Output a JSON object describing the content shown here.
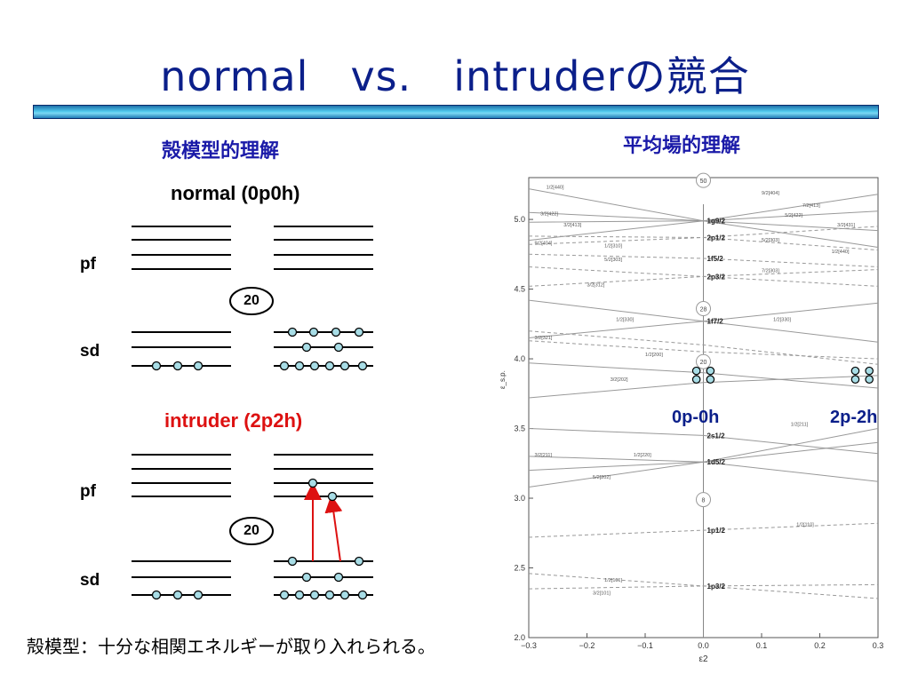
{
  "title": "normal　vs.　intruderの競合",
  "left": {
    "heading": "殻模型的理解",
    "normal_label": "normal (0p0h)",
    "intruder_label": "intruder (2p2h)",
    "pf_label": "pf",
    "sd_label": "sd",
    "magic_number": "20"
  },
  "right": {
    "heading": "平均場的理解",
    "label_0p0h": "0p-0h",
    "label_2p2h": "2p-2h"
  },
  "chart_data": {
    "type": "line",
    "title": "",
    "xlabel": "ε2",
    "ylabel": "ε_s.p.",
    "xlim": [
      -0.3,
      0.3
    ],
    "ylim": [
      2.0,
      5.0
    ],
    "x_ticks": [
      "-0.3",
      "-0.2",
      "-0.1",
      "0.0",
      "0.1",
      "0.2",
      "0.3"
    ],
    "y_ticks": [
      "2.0",
      "2.5",
      "3.0",
      "3.5",
      "4.0",
      "4.5",
      "5.0"
    ],
    "magic_numbers": [
      {
        "value": "8",
        "y": 2.99
      },
      {
        "value": "20",
        "y": 3.98
      },
      {
        "value": "28",
        "y": 4.36
      },
      {
        "value": "50",
        "y": 5.28
      }
    ],
    "spherical_levels": [
      {
        "label": "1p3/2",
        "y": 2.37
      },
      {
        "label": "1p1/2",
        "y": 2.77
      },
      {
        "label": "1d5/2",
        "y": 3.26
      },
      {
        "label": "2s1/2",
        "y": 3.45
      },
      {
        "label": "1f7/2",
        "y": 4.27
      },
      {
        "label": "2p3/2",
        "y": 4.59
      },
      {
        "label": "1f5/2",
        "y": 4.72
      },
      {
        "label": "2p1/2",
        "y": 4.87
      },
      {
        "label": "1g9/2",
        "y": 4.99
      }
    ],
    "series": [
      {
        "values": [
          [
            -0.3,
            3.72
          ],
          [
            0.0,
            3.83
          ],
          [
            0.3,
            3.88
          ]
        ]
      },
      {
        "values": [
          [
            -0.3,
            3.97
          ],
          [
            0.0,
            3.9
          ],
          [
            0.3,
            3.79
          ]
        ]
      },
      {
        "values": [
          [
            -0.3,
            3.3
          ],
          [
            0.0,
            3.26
          ],
          [
            0.3,
            3.12
          ]
        ]
      },
      {
        "values": [
          [
            -0.3,
            3.2
          ],
          [
            0.0,
            3.26
          ],
          [
            0.3,
            3.4
          ]
        ]
      },
      {
        "values": [
          [
            -0.3,
            3.08
          ],
          [
            0.0,
            3.26
          ],
          [
            0.3,
            3.5
          ]
        ]
      },
      {
        "values": [
          [
            -0.3,
            3.5
          ],
          [
            0.0,
            3.45
          ],
          [
            0.3,
            3.32
          ]
        ]
      },
      {
        "values": [
          [
            -0.3,
            4.15
          ],
          [
            0.0,
            4.27
          ],
          [
            0.3,
            4.4
          ]
        ]
      },
      {
        "values": [
          [
            -0.3,
            4.42
          ],
          [
            0.0,
            4.27
          ],
          [
            0.3,
            4.12
          ]
        ]
      },
      {
        "values": [
          [
            -0.3,
            4.85
          ],
          [
            0.0,
            4.99
          ],
          [
            0.3,
            5.18
          ]
        ]
      },
      {
        "values": [
          [
            -0.3,
            5.22
          ],
          [
            0.0,
            4.99
          ],
          [
            0.3,
            4.8
          ]
        ]
      },
      {
        "values": [
          [
            -0.3,
            5.05
          ],
          [
            0.0,
            4.99
          ],
          [
            0.3,
            4.92
          ]
        ]
      },
      {
        "values": [
          [
            -0.3,
            4.98
          ],
          [
            0.0,
            4.99
          ],
          [
            0.3,
            5.06
          ]
        ]
      }
    ],
    "dashed_series": [
      {
        "values": [
          [
            -0.3,
            2.35
          ],
          [
            0.0,
            2.37
          ],
          [
            0.3,
            2.38
          ]
        ]
      },
      {
        "values": [
          [
            -0.3,
            2.46
          ],
          [
            0.0,
            2.37
          ],
          [
            0.3,
            2.28
          ]
        ]
      },
      {
        "values": [
          [
            -0.3,
            2.72
          ],
          [
            0.0,
            2.77
          ],
          [
            0.3,
            2.82
          ]
        ]
      },
      {
        "values": [
          [
            -0.3,
            4.52
          ],
          [
            0.0,
            4.59
          ],
          [
            0.3,
            4.64
          ]
        ]
      },
      {
        "values": [
          [
            -0.3,
            4.66
          ],
          [
            0.0,
            4.59
          ],
          [
            0.3,
            4.52
          ]
        ]
      },
      {
        "values": [
          [
            -0.3,
            4.75
          ],
          [
            0.0,
            4.72
          ],
          [
            0.3,
            4.66
          ]
        ]
      },
      {
        "values": [
          [
            -0.3,
            4.82
          ],
          [
            0.0,
            4.87
          ],
          [
            0.3,
            4.95
          ]
        ]
      },
      {
        "values": [
          [
            -0.3,
            4.88
          ],
          [
            0.0,
            4.87
          ],
          [
            0.3,
            4.78
          ]
        ]
      },
      {
        "values": [
          [
            -0.3,
            4.13
          ],
          [
            0.0,
            4.05
          ],
          [
            0.3,
            4.0
          ]
        ]
      },
      {
        "values": [
          [
            -0.3,
            4.2
          ],
          [
            0.0,
            4.1
          ],
          [
            0.3,
            3.96
          ]
        ]
      }
    ],
    "orbit_annotations": [
      "1/2[440]",
      "3/2[422]",
      "3/2[413]",
      "9/2[404]",
      "1/2[310]",
      "5/2[303]",
      "3/2[312]",
      "1/2[330]",
      "3/2[321]",
      "1/2[200]",
      "3/2[202]",
      "3/2[211]",
      "1/2[220]",
      "5/2[202]",
      "1/2[101]",
      "3/2[101]",
      "1/2[110]",
      "9/2[404]",
      "7/2[413]",
      "5/2[422]",
      "3/2[431]",
      "1/2[440]",
      "5/2[303]",
      "7/2[303]",
      "1/2[211]",
      "1/2[330]"
    ]
  },
  "bottom_text": "殻模型：十分な相関エネルギーが取り入れられる。",
  "colors": {
    "title": "#0b1f8a",
    "heading": "#1a1aa8",
    "intruder": "#dd1111",
    "particle": "#a8dde6",
    "arrow": "#dd1111"
  }
}
